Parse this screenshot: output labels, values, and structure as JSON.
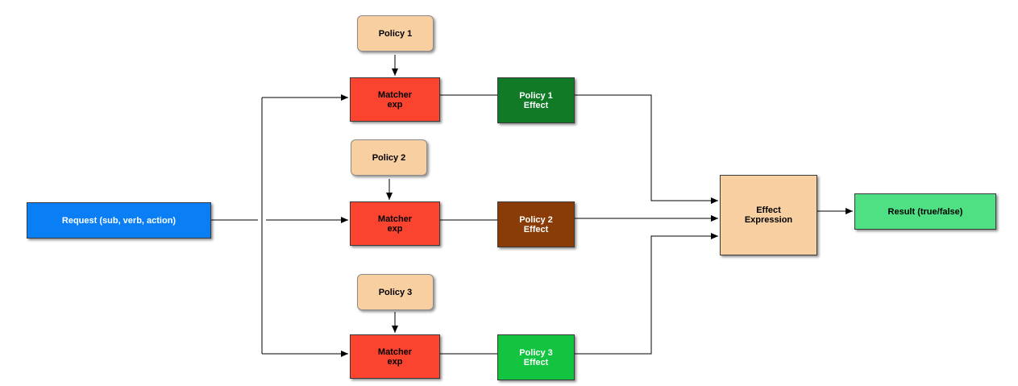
{
  "request": {
    "label": "Request (sub, verb, action)"
  },
  "policies": [
    {
      "label": "Policy 1"
    },
    {
      "label": "Policy 2"
    },
    {
      "label": "Policy 3"
    }
  ],
  "matchers": [
    {
      "label": "Matcher\nexp"
    },
    {
      "label": "Matcher\nexp"
    },
    {
      "label": "Matcher\nexp"
    }
  ],
  "effects": [
    {
      "label": "Policy 1\nEffect"
    },
    {
      "label": "Policy 2\nEffect"
    },
    {
      "label": "Policy 3\nEffect"
    }
  ],
  "effect_expression": {
    "label": "Effect\nExpression"
  },
  "result": {
    "label": "Result (true/false)"
  },
  "colors": {
    "request": "#0a7ff5",
    "policy": "#f7cfa1",
    "matcher": "#fb4430",
    "effect_1": "#107a27",
    "effect_2": "#8a3c08",
    "effect_3": "#12c43f",
    "effect_expression": "#f7cfa1",
    "result": "#4fe083",
    "connector": "#000000"
  }
}
